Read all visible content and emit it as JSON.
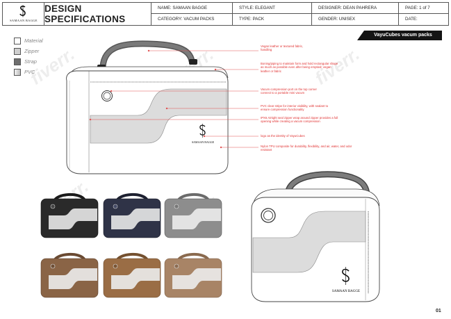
{
  "header": {
    "brand": "SAMAAN BAGGE",
    "title": "DESIGN SPECIFICATIONS",
    "name": "NAME: SAMAAN BAGGE",
    "style": "STYLE: ELEGANT",
    "designer": "DESIGNER: DEAN PAHRERA",
    "page": "PAGE: 1 of 7",
    "category": "CATEGORY: VACUM PACKS",
    "type": "TYPE: PACK",
    "gender": "GENDER: UNISEX",
    "date": "DATE:"
  },
  "banner": "VayuCubes vacum packs",
  "legend": [
    {
      "label": "Material",
      "color": "#ffffff"
    },
    {
      "label": "Zipper",
      "color": "#cfcfcf"
    },
    {
      "label": "Strap",
      "color": "#6e6e6e"
    },
    {
      "label": "PVC",
      "color": "#d8d8d8"
    }
  ],
  "annotations": [
    "Vegan leather or textured fabric, handling",
    "Boning/piping to maintain form and hold rectangular shape as much as possible even after being emptied; vegan leather or fabric",
    "Vacum compression port on the top corner connect to a portable mini vacum",
    "PVC clear stripe for interior visibility, with sealant to ensure compression functionality",
    "IPX6 Airtight seal zipper wrap around zipper provides a full opening while creating a vacum compression",
    "logo as the identity of VayuCubes",
    "Nylon TPU composite for durability, flexibility, and air, water, and odor resistant"
  ],
  "bag_logo_text": "SAMAAN BAGGE",
  "variants": [
    {
      "color": "#2a2a2a"
    },
    {
      "color": "#2f3347"
    },
    {
      "color": "#8d8d8d"
    },
    {
      "color": "#8a6446"
    },
    {
      "color": "#9a6d45"
    },
    {
      "color": "#a88466"
    }
  ],
  "watermark": "fiverr.",
  "page_number": "01"
}
